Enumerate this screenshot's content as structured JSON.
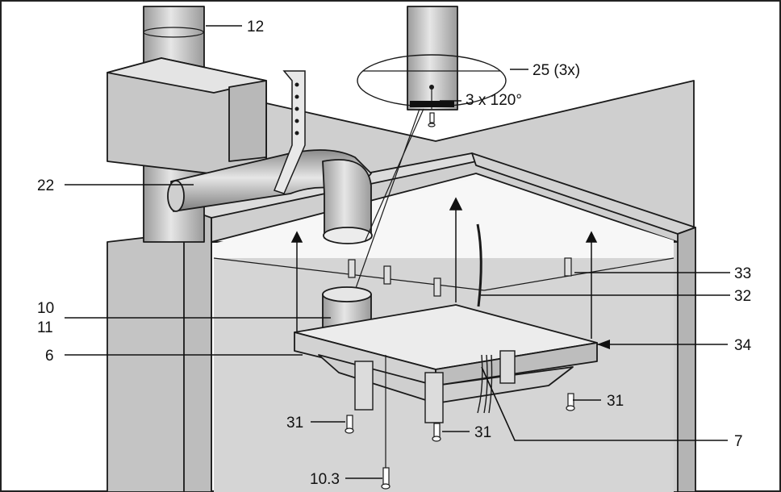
{
  "figure": {
    "colors": {
      "wall": "#c9c9c9",
      "wall_dark": "#a6a6a6",
      "ceiling": "#f4f4f4",
      "duct": "#d8d8d8",
      "duct_dark": "#8e8e8e",
      "frame": "#e2e2e2",
      "line": "#1a1a1a"
    },
    "labels": {
      "l12": "12",
      "l25": "25 (3x)",
      "l3x120": "3 x 120°",
      "l22": "22",
      "l33": "33",
      "l32": "32",
      "l10": "10",
      "l11": "11",
      "l6": "6",
      "l34": "34",
      "l31a": "31",
      "l31b": "31",
      "l31c": "31",
      "l7": "7",
      "l10_3": "10.3"
    }
  }
}
